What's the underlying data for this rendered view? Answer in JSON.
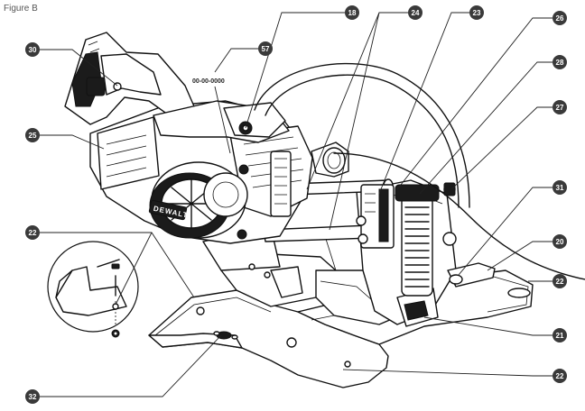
{
  "figure": {
    "title": "Figure B",
    "brand": "DEWALT",
    "part_number": "00-00-0000"
  },
  "callouts": [
    {
      "id": "c18",
      "label": "18"
    },
    {
      "id": "c24",
      "label": "24"
    },
    {
      "id": "c23",
      "label": "23"
    },
    {
      "id": "c26",
      "label": "26"
    },
    {
      "id": "c30",
      "label": "30"
    },
    {
      "id": "c57",
      "label": "57"
    },
    {
      "id": "c28",
      "label": "28"
    },
    {
      "id": "c27",
      "label": "27"
    },
    {
      "id": "c25",
      "label": "25"
    },
    {
      "id": "c31",
      "label": "31"
    },
    {
      "id": "c22a",
      "label": "22"
    },
    {
      "id": "c20",
      "label": "20"
    },
    {
      "id": "c22b",
      "label": "22"
    },
    {
      "id": "c21",
      "label": "21"
    },
    {
      "id": "c22c",
      "label": "22"
    },
    {
      "id": "c32",
      "label": "32"
    }
  ]
}
